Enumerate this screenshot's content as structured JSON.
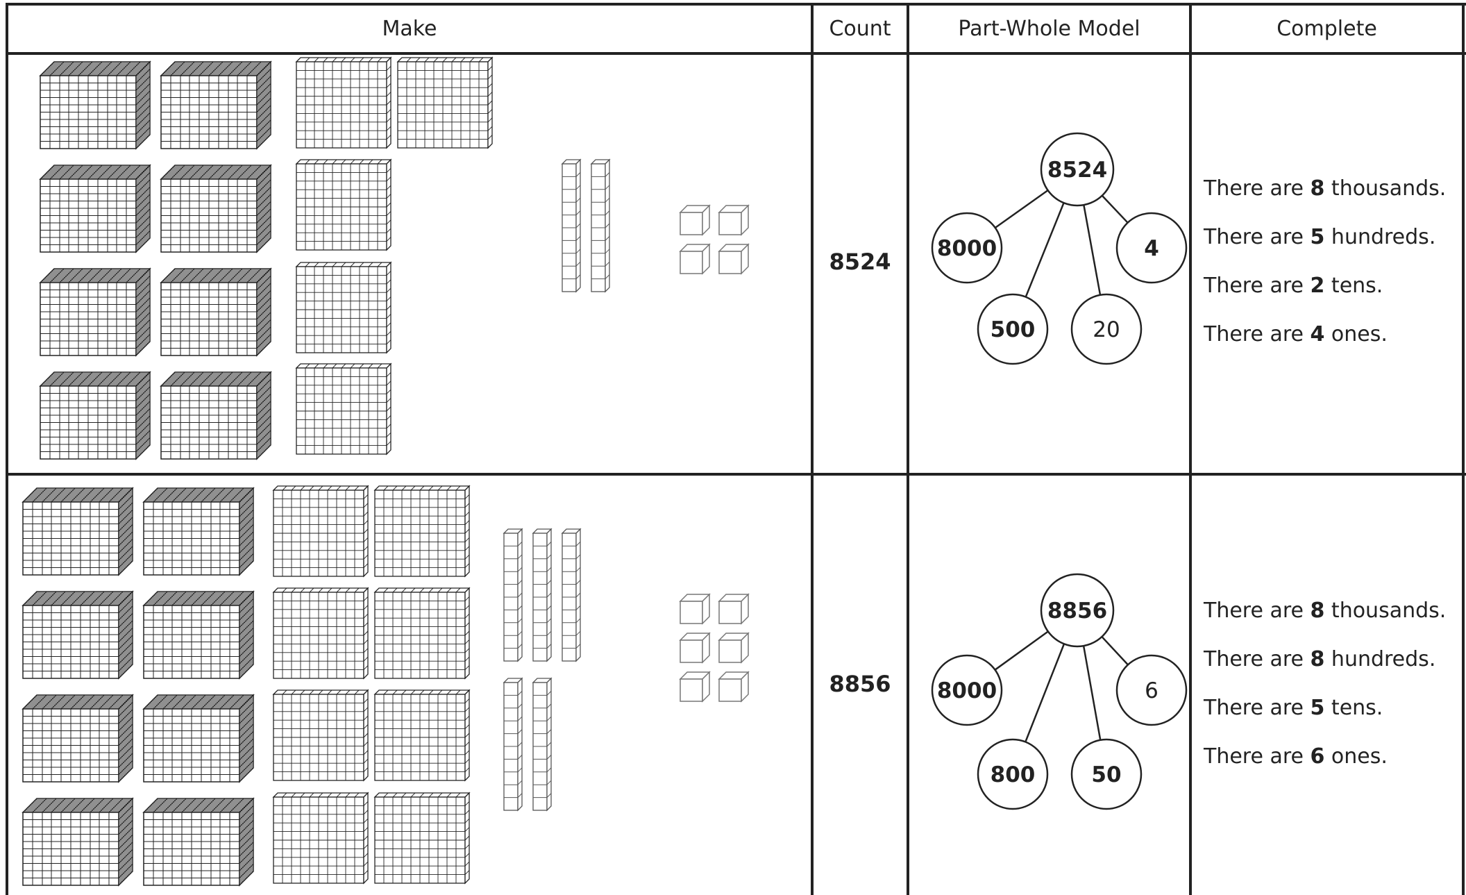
{
  "headers": {
    "make": "Make",
    "count": "Count",
    "model": "Part-Whole Model",
    "complete": "Complete"
  },
  "rows": [
    {
      "blocks": {
        "thousands": 8,
        "hundreds": 5,
        "tens": 2,
        "ones": 4
      },
      "count": "8524",
      "whole": "8524",
      "parts": [
        {
          "value": "8000",
          "bold": true
        },
        {
          "value": "500",
          "bold": true
        },
        {
          "value": "20",
          "bold": false
        },
        {
          "value": "4",
          "bold": true
        }
      ],
      "sentences": [
        {
          "pre": "There are ",
          "num": "8",
          "post": " thousands."
        },
        {
          "pre": "There are ",
          "num": "5",
          "post": " hundreds."
        },
        {
          "pre": "There are ",
          "num": "2",
          "post": " tens."
        },
        {
          "pre": "There are ",
          "num": "4",
          "post": " ones."
        }
      ]
    },
    {
      "blocks": {
        "thousands": 8,
        "hundreds": 8,
        "tens": 5,
        "ones": 6
      },
      "count": "8856",
      "whole": "8856",
      "parts": [
        {
          "value": "8000",
          "bold": true
        },
        {
          "value": "800",
          "bold": true
        },
        {
          "value": "50",
          "bold": true
        },
        {
          "value": "6",
          "bold": false
        }
      ],
      "sentences": [
        {
          "pre": "There are ",
          "num": "8",
          "post": " thousands."
        },
        {
          "pre": "There are ",
          "num": "8",
          "post": " hundreds."
        },
        {
          "pre": "There are ",
          "num": "5",
          "post": " tens."
        },
        {
          "pre": "There are ",
          "num": "6",
          "post": " ones."
        }
      ]
    }
  ]
}
